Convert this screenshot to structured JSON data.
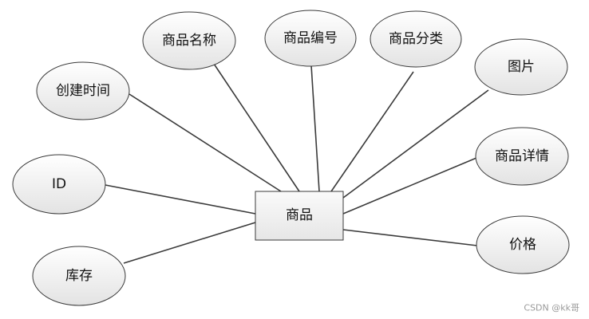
{
  "entity": {
    "label": "商品"
  },
  "attributes": [
    {
      "key": "name",
      "label": "商品名称"
    },
    {
      "key": "code",
      "label": "商品编号"
    },
    {
      "key": "category",
      "label": "商品分类"
    },
    {
      "key": "image",
      "label": "图片"
    },
    {
      "key": "created",
      "label": "创建时间"
    },
    {
      "key": "detail",
      "label": "商品详情"
    },
    {
      "key": "id",
      "label": "ID"
    },
    {
      "key": "price",
      "label": "价格"
    },
    {
      "key": "stock",
      "label": "库存"
    }
  ],
  "watermark": "CSDN @kk哥"
}
